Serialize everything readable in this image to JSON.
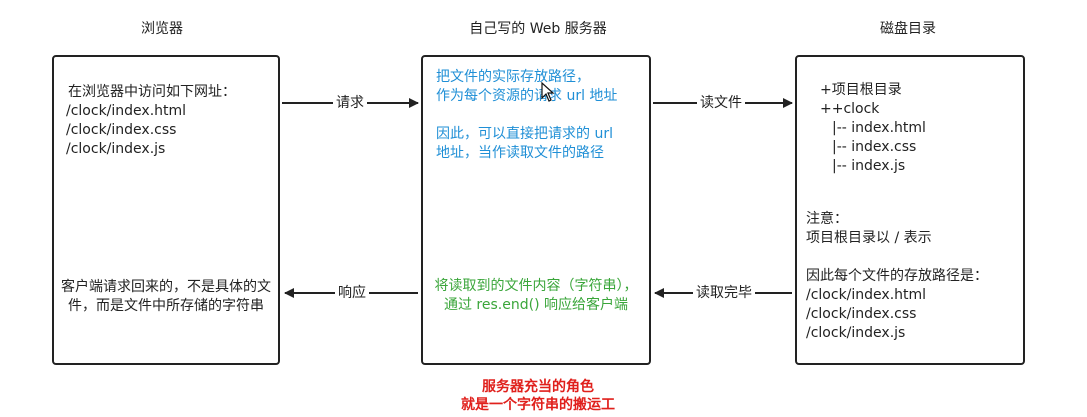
{
  "titles": {
    "browser": "浏览器",
    "server": "自己写的 Web 服务器",
    "disk": "磁盘目录"
  },
  "browser_box": {
    "intro": "在浏览器中访问如下网址：",
    "urls": [
      "/clock/index.html",
      "/clock/index.css",
      "/clock/index.js"
    ],
    "response_lines": [
      "客户端请求回来的，不是具体的文",
      "件，而是文件中所存储的字符串"
    ]
  },
  "server_box": {
    "lines_top": [
      "把文件的实际存放路径，",
      "作为每个资源的请求 url 地址"
    ],
    "lines_mid": [
      "因此，可以直接把请求的 url",
      "地址，当作读取文件的路径"
    ],
    "lines_bottom": [
      "将读取到的文件内容（字符串），",
      "通过 res.end() 响应给客户端"
    ]
  },
  "disk_box": {
    "tree": [
      "+项目根目录",
      "++clock",
      "|-- index.html",
      "|-- index.css",
      "|-- index.js"
    ],
    "note_lines": [
      "注意：",
      "项目根目录以 / 表示"
    ],
    "path_intro": "因此每个文件的存放路径是：",
    "paths": [
      "/clock/index.html",
      "/clock/index.css",
      "/clock/index.js"
    ]
  },
  "arrows": {
    "request": "请求",
    "read_file": "读文件",
    "read_done": "读取完毕",
    "response": "响应"
  },
  "caption_lines": [
    "服务器充当的角色",
    "就是一个字符串的搬运工"
  ],
  "colors": {
    "blue": "#1f8fd6",
    "green": "#3aa63a",
    "red": "#e0201c",
    "line": "#222222"
  }
}
